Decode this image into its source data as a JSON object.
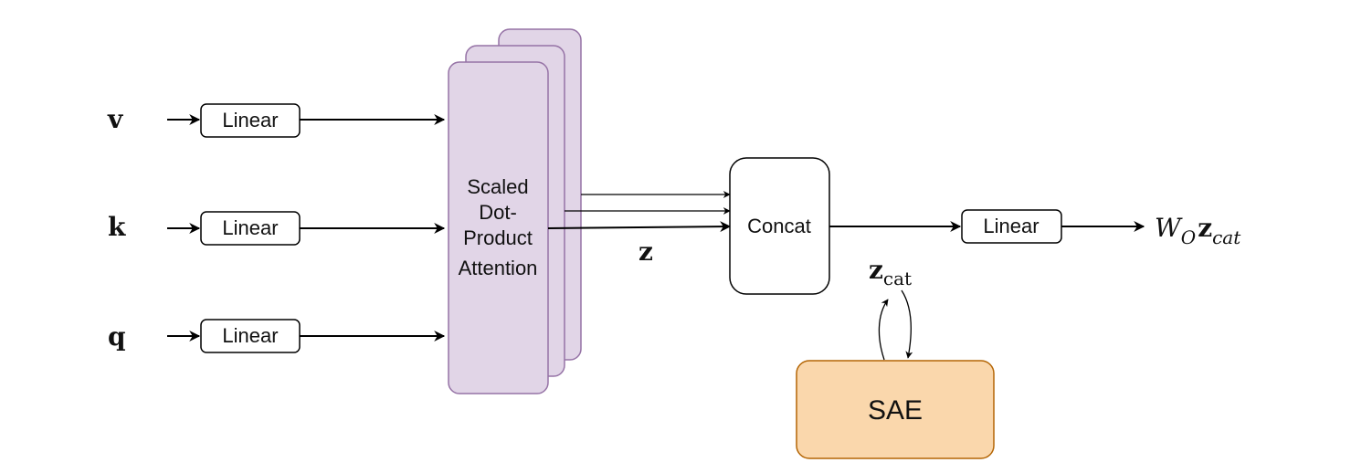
{
  "inputs": {
    "v_label": "v",
    "k_label": "k",
    "q_label": "q"
  },
  "linear_boxes": {
    "v_label": "Linear",
    "k_label": "Linear",
    "q_label": "Linear",
    "out_label": "Linear"
  },
  "attention": {
    "line1": "Scaled",
    "line2": "Dot-",
    "line3": "Product",
    "line4": "Attention"
  },
  "z_label": "z",
  "concat_label": "Concat",
  "zcat": {
    "main": "z",
    "sub": "cat"
  },
  "output": {
    "w": "W",
    "w_sub": "O",
    "z": "z",
    "z_sub": "cat"
  },
  "sae_label": "SAE",
  "colors": {
    "attention_fill": "#e1d5e7",
    "attention_stroke": "#9673a6",
    "sae_fill": "#fad7ac",
    "sae_stroke": "#b46504",
    "box_stroke": "#000000"
  }
}
